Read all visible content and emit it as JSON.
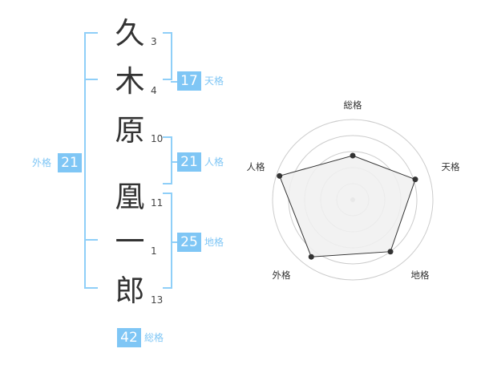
{
  "characters": [
    {
      "char": "久",
      "strokes": "3"
    },
    {
      "char": "木",
      "strokes": "4"
    },
    {
      "char": "原",
      "strokes": "10"
    },
    {
      "char": "凰",
      "strokes": "11"
    },
    {
      "char": "一",
      "strokes": "1"
    },
    {
      "char": "郎",
      "strokes": "13"
    }
  ],
  "fortunes": {
    "ten": {
      "value": "17",
      "label": "天格"
    },
    "jin": {
      "value": "21",
      "label": "人格"
    },
    "chi": {
      "value": "25",
      "label": "地格"
    },
    "gai": {
      "value": "21",
      "label": "外格"
    },
    "sou": {
      "value": "42",
      "label": "総格"
    }
  },
  "radar": {
    "labels": {
      "top": "総格",
      "right": "天格",
      "lower_right": "地格",
      "lower_left": "外格",
      "left": "人格"
    },
    "chart_data": {
      "type": "radar",
      "axes": [
        "総格",
        "天格",
        "地格",
        "外格",
        "人格"
      ],
      "values": [
        0.55,
        0.82,
        0.8,
        0.88,
        0.96
      ],
      "scale_max": 1,
      "rings": 5
    },
    "colors": {
      "fill": "#f0f0f0",
      "stroke": "#333333",
      "grid": "#cccccc"
    }
  },
  "colors": {
    "accent": "#7fc6f5",
    "bracket": "#8fcff8"
  }
}
